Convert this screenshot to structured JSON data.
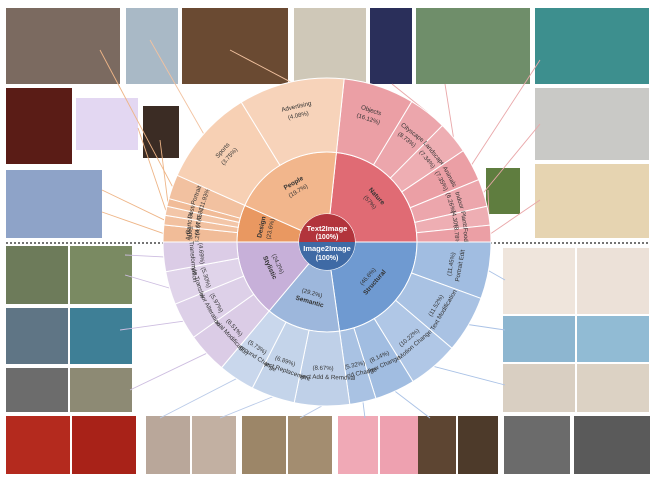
{
  "center": {
    "top": {
      "title": "Text2Image",
      "pct": "(100%)",
      "color": "#b2343c"
    },
    "bottom": {
      "title": "Image2Image",
      "pct": "(100%)",
      "color": "#3f6aa5"
    }
  },
  "categories": [
    {
      "id": "nature",
      "label": "Nature",
      "pct": "(57%)",
      "value": 57,
      "color": "#e06b74",
      "children": [
        {
          "label": "Objects",
          "pct": "(16.12%)",
          "value": 16.12
        },
        {
          "label": "Cityscape",
          "pct": "(8.73%)",
          "value": 8.73
        },
        {
          "label": "Landscape",
          "pct": "(7.34%)",
          "value": 7.34
        },
        {
          "label": "Animals",
          "pct": "(7.35%)",
          "value": 7.35
        },
        {
          "label": "Indoor",
          "pct": "(6.26%)",
          "value": 6.26
        },
        {
          "label": "Plants",
          "pct": "(4.30%)",
          "value": 4.3
        },
        {
          "label": "Food",
          "pct": "(3.78%)",
          "value": 3.78
        }
      ]
    },
    {
      "id": "design",
      "label": "Design",
      "pct": "(23.6%)",
      "value": 23.6,
      "color": "#e99861",
      "children": [
        {
          "label": "Arts",
          "pct": "(8.26%)",
          "value": 8.26
        },
        {
          "label": "Cartoon",
          "pct": "(4.67%)",
          "value": 4.67
        },
        {
          "label": "UI",
          "pct": "(4.45%)",
          "value": 4.45
        },
        {
          "label": "Posters",
          "pct": "(3.80%)",
          "value": 3.8
        },
        {
          "label": "Portrait",
          "pct": "(11.93%)",
          "value": 11.93
        }
      ]
    },
    {
      "id": "people",
      "label": "People",
      "pct": "(19.7%)",
      "value": 19.7,
      "color": "#f2b68c",
      "children": [
        {
          "label": "Sports",
          "pct": "(3.75%)",
          "value": 3.75
        },
        {
          "label": "Advertising",
          "pct": "(4.08%)",
          "value": 4.08
        }
      ]
    },
    {
      "id": "structural",
      "label": "Structural",
      "pct": "(46.6%)",
      "value": 46.6,
      "color": "#6f9ad1",
      "children": [
        {
          "label": "Portrait Edit",
          "pct": "(11.45%)",
          "value": 11.45
        },
        {
          "label": "Text Modification",
          "pct": "(11.52%)",
          "value": 11.52
        },
        {
          "label": "Motion Change",
          "pct": "(10.22%)",
          "value": 10.22
        },
        {
          "label": "View Change",
          "pct": "(8.14%)",
          "value": 8.14
        },
        {
          "label": "Hybrid Change",
          "pct": "(5.32%)",
          "value": 5.32
        }
      ]
    },
    {
      "id": "semantic",
      "label": "Semantic",
      "pct": "(29.2%)",
      "value": 29.2,
      "color": "#9db7dc",
      "children": [
        {
          "label": "Subject Add & Removal",
          "pct": "(8.67%)",
          "value": 8.67
        },
        {
          "label": "Subject Replacement",
          "pct": "(6.89%)",
          "value": 6.89
        },
        {
          "label": "Background Change",
          "pct": "(5.73%)",
          "value": 5.73
        }
      ]
    },
    {
      "id": "stylistic",
      "label": "Stylistic",
      "pct": "(24.2%)",
      "value": 24.2,
      "color": "#c7b0d9",
      "children": [
        {
          "label": "Material Modification",
          "pct": "(6.51%)",
          "value": 6.51
        },
        {
          "label": "Color Alteration",
          "pct": "(5.97%)",
          "value": 5.97
        },
        {
          "label": "Style Transfer",
          "pct": "(5.30%)",
          "value": 5.3
        },
        {
          "label": "Tone Transformation",
          "pct": "(4.69%)",
          "value": 4.69
        }
      ]
    }
  ]
}
